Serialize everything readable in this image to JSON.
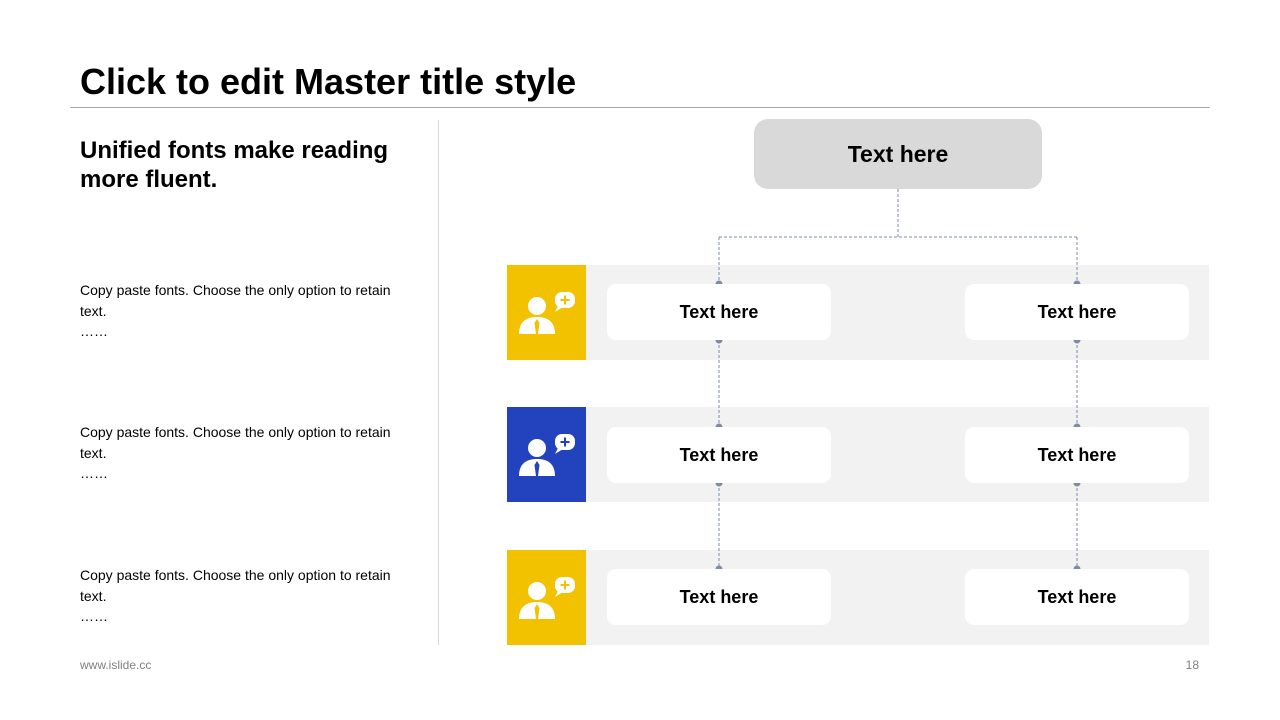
{
  "slide": {
    "title": "Click to edit Master title style",
    "subtitle": "Unified fonts make reading more fluent.",
    "descriptions": [
      {
        "text": "Copy paste fonts. Choose the only option to retain text.",
        "dots": "……"
      },
      {
        "text": "Copy paste fonts. Choose the only option to retain text.",
        "dots": "……"
      },
      {
        "text": "Copy paste fonts. Choose the only option to retain text.",
        "dots": "……"
      }
    ],
    "footer_url": "www.islide.cc",
    "page_number": "18"
  },
  "diagram": {
    "top_node": "Text here",
    "rows": [
      {
        "icon": "user-chat-icon",
        "color": "#f2c200",
        "left": "Text here",
        "right": "Text here"
      },
      {
        "icon": "user-chat-icon",
        "color": "#2342bd",
        "left": "Text here",
        "right": "Text here"
      },
      {
        "icon": "user-chat-icon",
        "color": "#f2c200",
        "left": "Text here",
        "right": "Text here"
      }
    ],
    "connector_color": "#7f8ba3"
  }
}
